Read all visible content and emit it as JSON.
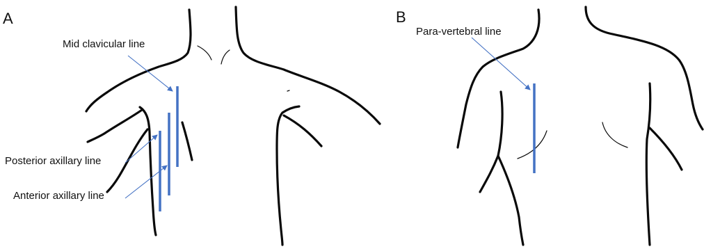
{
  "figure": {
    "panels": [
      {
        "letter": "A",
        "labels": {
          "mid_clavicular": "Mid clavicular line",
          "posterior_axillary": "Posterior axillary line",
          "anterior_axillary": "Anterior axillary line"
        }
      },
      {
        "letter": "B",
        "labels": {
          "para_vertebral": "Para-vertebral line"
        }
      }
    ],
    "colors": {
      "reference_line": "#4472c4",
      "sketch": "#0a0a0a",
      "background": "#ffffff"
    }
  }
}
